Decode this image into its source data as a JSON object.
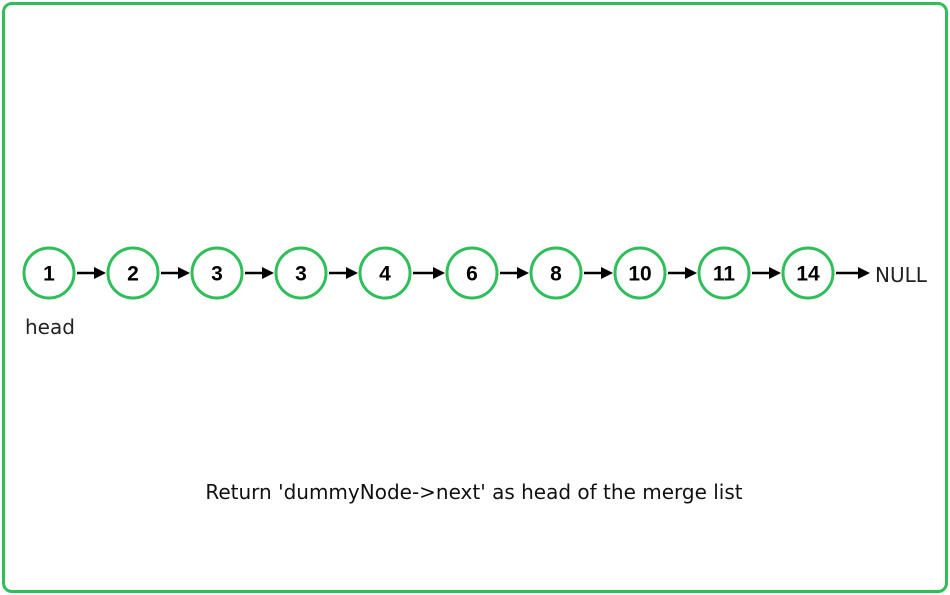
{
  "diagram": {
    "nodes": [
      "1",
      "2",
      "3",
      "3",
      "4",
      "6",
      "8",
      "10",
      "11",
      "14"
    ],
    "head_label": "head",
    "null_label": "NULL",
    "caption": "Return 'dummyNode->next' as head of the merge list",
    "colors": {
      "node_border": "#2fbf59",
      "frame_border": "#2fbf59",
      "arrow": "#000000"
    }
  }
}
